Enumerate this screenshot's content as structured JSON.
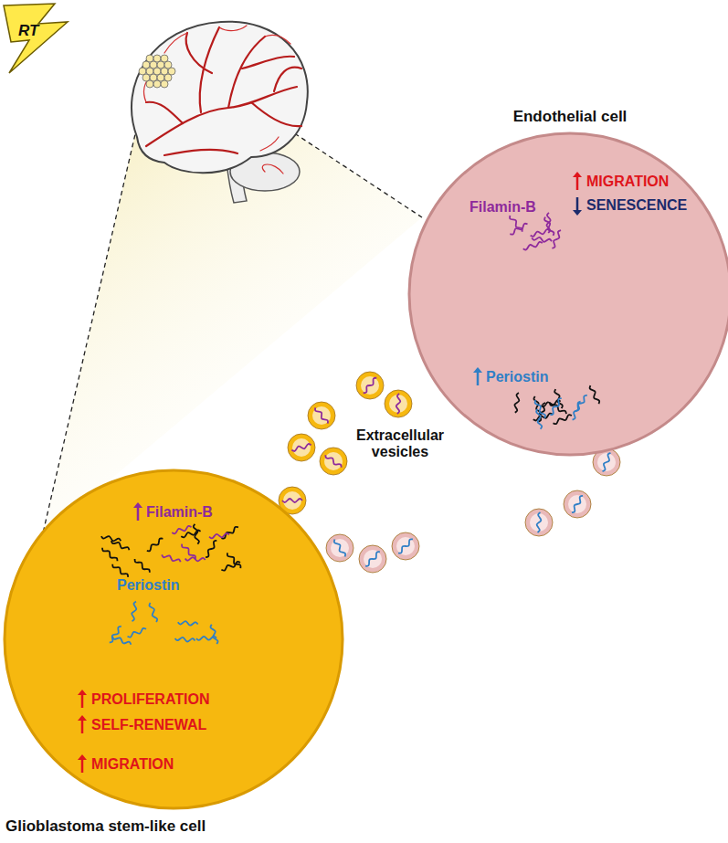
{
  "diagram": {
    "nodes": [
      {
        "text": [
          "Endothelial cell",
          "MIGRATION",
          "SENESCENCE",
          "Filamin-B",
          "Periostin"
        ]
      },
      {
        "text": [
          "Filamin-B",
          "Periostin",
          "PROLIFERATION",
          "SELF-RENEWAL",
          "MIGRATION",
          "Glioblastoma stem-like cell"
        ]
      }
    ],
    "labels": [
      "RT",
      "Extracellular vesicles"
    ]
  }
}
